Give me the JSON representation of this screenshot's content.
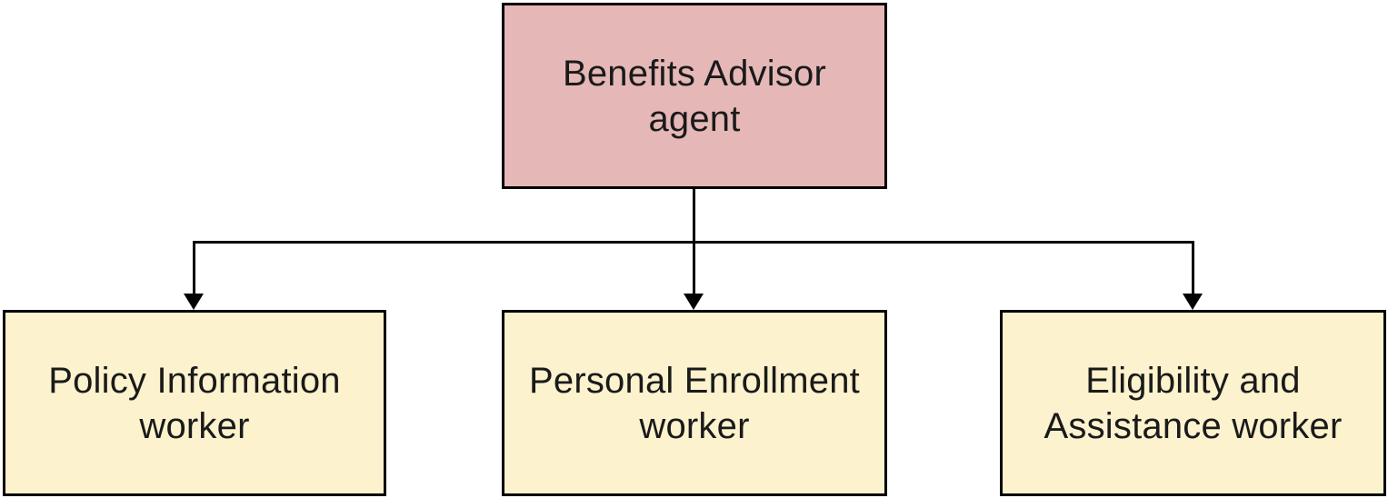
{
  "diagram": {
    "root": {
      "id": "benefits-advisor-agent",
      "label": "Benefits Advisor\nagent"
    },
    "workers": [
      {
        "id": "policy-information-worker",
        "label": "Policy Information\nworker"
      },
      {
        "id": "personal-enrollment-worker",
        "label": "Personal Enrollment\nworker"
      },
      {
        "id": "eligibility-and-assistance-worker",
        "label": "Eligibility and\nAssistance worker"
      }
    ],
    "edges": [
      {
        "from": "benefits-advisor-agent",
        "to": "policy-information-worker"
      },
      {
        "from": "benefits-advisor-agent",
        "to": "personal-enrollment-worker"
      },
      {
        "from": "benefits-advisor-agent",
        "to": "eligibility-and-assistance-worker"
      }
    ],
    "colors": {
      "root_fill": "#e5b8b7",
      "worker_fill": "#fcf2cd",
      "border": "#000000",
      "connector": "#000000",
      "text": "#1a1a1a",
      "background": "#ffffff"
    }
  }
}
